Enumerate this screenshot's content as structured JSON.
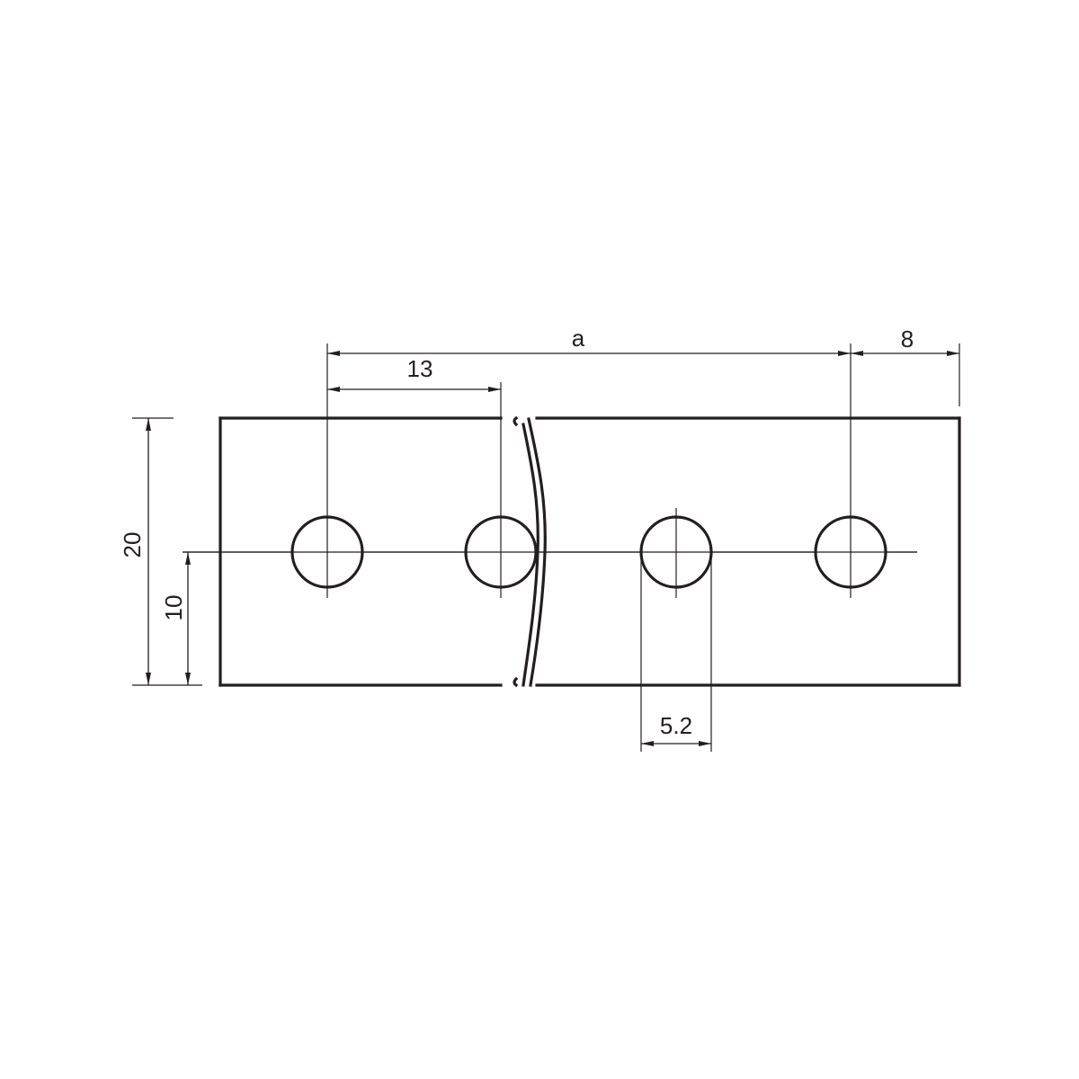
{
  "drawing": {
    "dimensions": {
      "pitch_a": "a",
      "edge_distance": "8",
      "hole_pitch": "13",
      "width": "20",
      "hole_axis_height": "10",
      "hole_diameter": "5.2"
    }
  }
}
